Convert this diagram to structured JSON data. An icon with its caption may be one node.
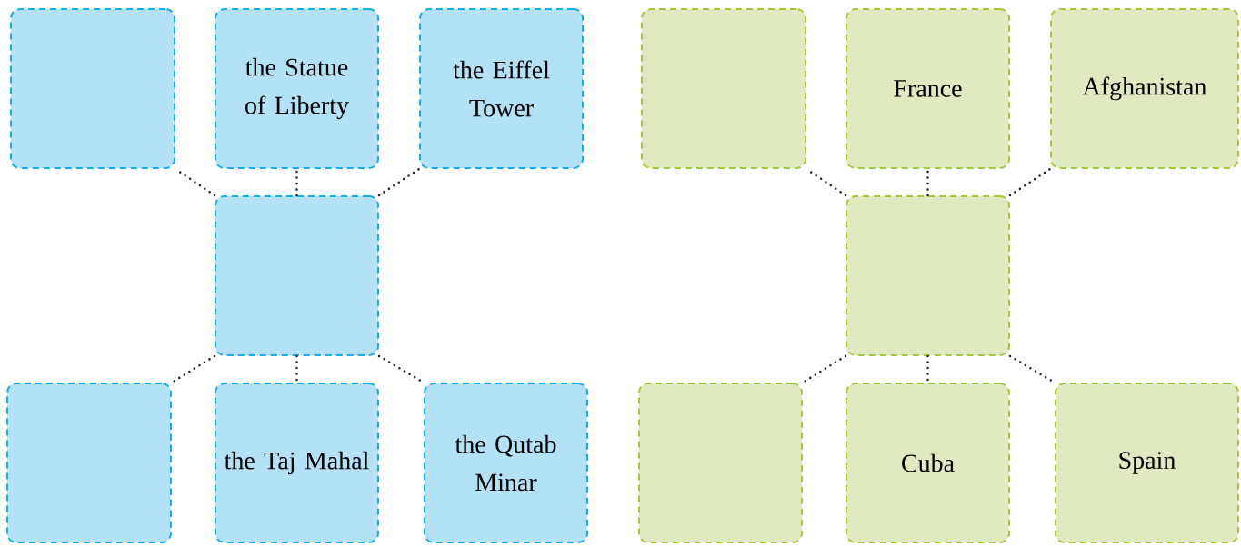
{
  "diagram": {
    "nodes": [
      {
        "text": [],
        "shape": "box"
      },
      {
        "text": [
          "the Statue of Liberty"
        ]
      },
      {
        "text": [
          "the Eiffel Tower"
        ]
      },
      {
        "text": [],
        "shape": "box"
      },
      {
        "text": [],
        "shape": "box"
      },
      {
        "text": [
          "the Taj Mahal"
        ]
      },
      {
        "text": [
          "the Qutab Minar"
        ]
      },
      {
        "text": [],
        "shape": "box"
      },
      {
        "text": [
          "France"
        ]
      },
      {
        "text": [
          "Afghanistan"
        ]
      },
      {
        "text": [],
        "shape": "box"
      },
      {
        "text": [],
        "shape": "box"
      },
      {
        "text": [
          "Cuba"
        ]
      },
      {
        "text": [
          "Spain"
        ]
      }
    ],
    "edges": [
      {
        "from": 3,
        "to": 0,
        "arrow": "none"
      },
      {
        "from": 3,
        "to": 1,
        "arrow": "none"
      },
      {
        "from": 3,
        "to": 2,
        "arrow": "none"
      },
      {
        "from": 3,
        "to": 4,
        "arrow": "none"
      },
      {
        "from": 3,
        "to": 5,
        "arrow": "none"
      },
      {
        "from": 3,
        "to": 6,
        "arrow": "none"
      },
      {
        "from": 10,
        "to": 7,
        "arrow": "none"
      },
      {
        "from": 10,
        "to": 8,
        "arrow": "none"
      },
      {
        "from": 10,
        "to": 9,
        "arrow": "none"
      },
      {
        "from": 10,
        "to": 11,
        "arrow": "none"
      },
      {
        "from": 10,
        "to": 12,
        "arrow": "none"
      },
      {
        "from": 10,
        "to": 13,
        "arrow": "none"
      }
    ]
  }
}
